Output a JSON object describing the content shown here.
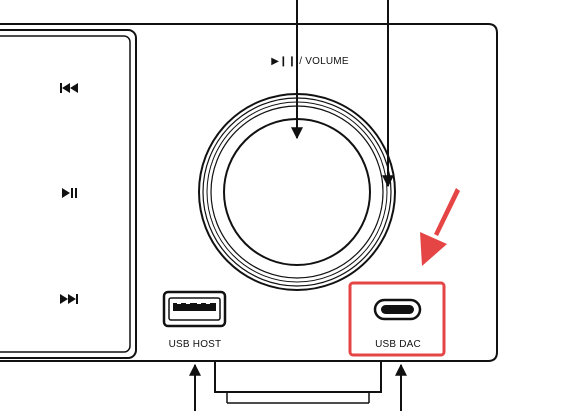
{
  "labels": {
    "play_volume": "▶❙❙ / VOLUME",
    "usb_host": "USB HOST",
    "usb_dac": "USB DAC"
  },
  "buttons": [
    {
      "name": "previous-track-icon",
      "glyph": "⏮"
    },
    {
      "name": "play-pause-icon",
      "glyph": "⏯"
    },
    {
      "name": "next-track-icon",
      "glyph": "⏭"
    }
  ],
  "colors": {
    "line": "#111111",
    "highlight": "#e64545",
    "background": "#ffffff"
  }
}
